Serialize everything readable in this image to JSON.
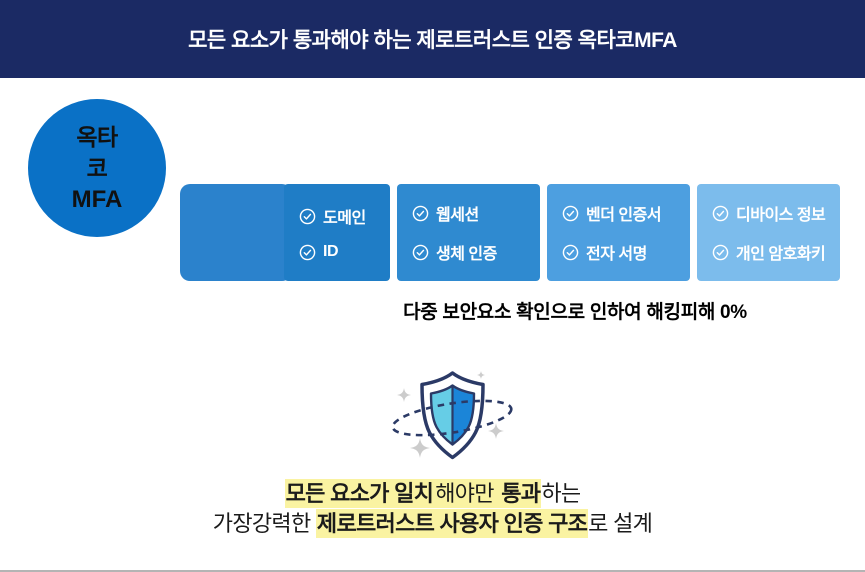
{
  "header": {
    "title": "모든 요소가 통과해야 하는 제로트러스트 인증 옥타코MFA"
  },
  "hub": {
    "line1": "옥타코",
    "line2": "MFA"
  },
  "factor_boxes": [
    {
      "color": "#1f7dc6",
      "items": [
        "도메인",
        "ID"
      ]
    },
    {
      "color": "#2f8ad0",
      "items": [
        "웹세션",
        "생체 인증"
      ]
    },
    {
      "color": "#4d9fe0",
      "items": [
        "벤더 인증서",
        "전자 서명"
      ]
    },
    {
      "color": "#7cbcec",
      "items": [
        "디바이스 정보",
        "개인 암호화키"
      ]
    }
  ],
  "caption": "다중 보안요소 확인으로 인하여 해킹피해 0%",
  "conclusion": {
    "line1": [
      {
        "text": "모든 요소가 일치",
        "bold": true,
        "highlight": true
      },
      {
        "text": "해야만 ",
        "bold": false,
        "highlight": true
      },
      {
        "text": "통과",
        "bold": true,
        "highlight": true
      },
      {
        "text": "하는",
        "bold": false,
        "highlight": false
      }
    ],
    "line2": [
      {
        "text": "가장강력한 ",
        "bold": false,
        "highlight": false
      },
      {
        "text": "제로트러스트 사용자 인증 구조",
        "bold": true,
        "highlight": true
      },
      {
        "text": "로 설계",
        "bold": false,
        "highlight": false
      }
    ]
  },
  "icons": {
    "check": "check-circle-icon",
    "shield": "shield-orbit-icon",
    "sparkle": "sparkle-icon"
  },
  "colors": {
    "header_bg": "#1b2a64",
    "donut": "#0a71c6",
    "connector": "#2b82cc",
    "highlight": "#faf3a2",
    "shield_outline": "#2b3a66",
    "shield_left": "#66cde6",
    "shield_right": "#1b85d8",
    "sparkle": "#cccccc",
    "bottom_line": "#b4b4b4"
  }
}
